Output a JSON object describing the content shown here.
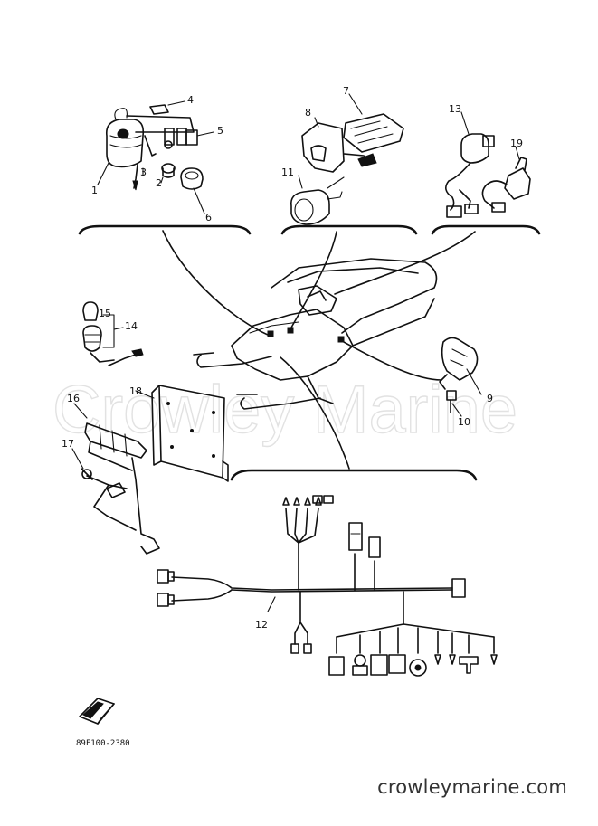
{
  "watermark": "Crowley Marine",
  "footer_url": "crowleymarine.com",
  "diagram_code": "89F100-2380",
  "part_labels": [
    "1",
    "2",
    "3",
    "4",
    "5",
    "6",
    "7",
    "8",
    "9",
    "10",
    "11",
    "12",
    "13",
    "14",
    "15",
    "16",
    "17",
    "18",
    "19"
  ]
}
